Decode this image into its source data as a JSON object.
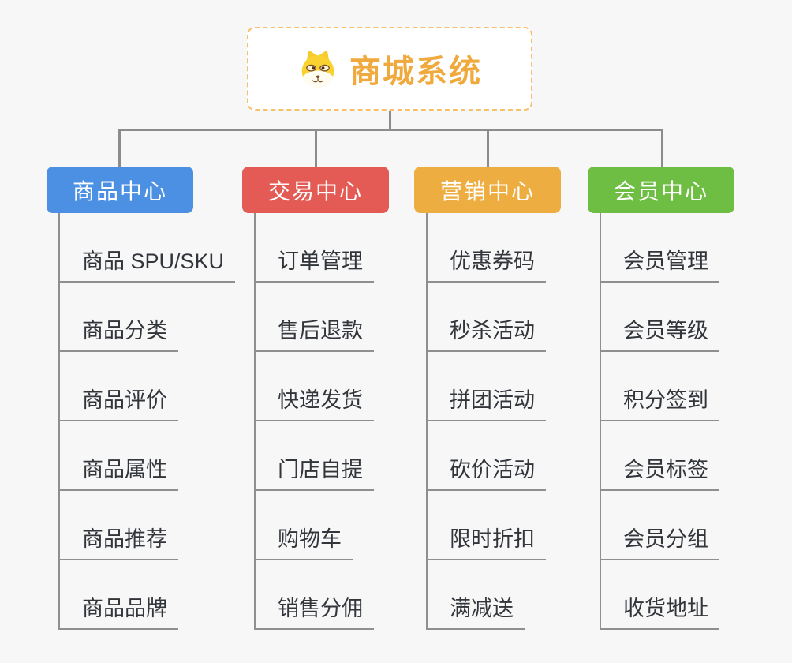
{
  "canvas": {
    "background": "#f7f7f8",
    "connector_color": "#8c8c8c"
  },
  "root": {
    "title": "商城系统",
    "icon": "shiba-dog-icon",
    "title_color": "#f0a93c",
    "border_color": "#f6c06a"
  },
  "branches": [
    {
      "label": "商品中心",
      "color": "#4b90e2",
      "children": [
        "商品 SPU/SKU",
        "商品分类",
        "商品评价",
        "商品属性",
        "商品推荐",
        "商品品牌"
      ]
    },
    {
      "label": "交易中心",
      "color": "#e45b56",
      "children": [
        "订单管理",
        "售后退款",
        "快递发货",
        "门店自提",
        "购物车",
        "销售分佣"
      ]
    },
    {
      "label": "营销中心",
      "color": "#eead40",
      "children": [
        "优惠券码",
        "秒杀活动",
        "拼团活动",
        "砍价活动",
        "限时折扣",
        "满减送"
      ]
    },
    {
      "label": "会员中心",
      "color": "#6fbe44",
      "children": [
        "会员管理",
        "会员等级",
        "积分签到",
        "会员标签",
        "会员分组",
        "收货地址"
      ]
    }
  ]
}
